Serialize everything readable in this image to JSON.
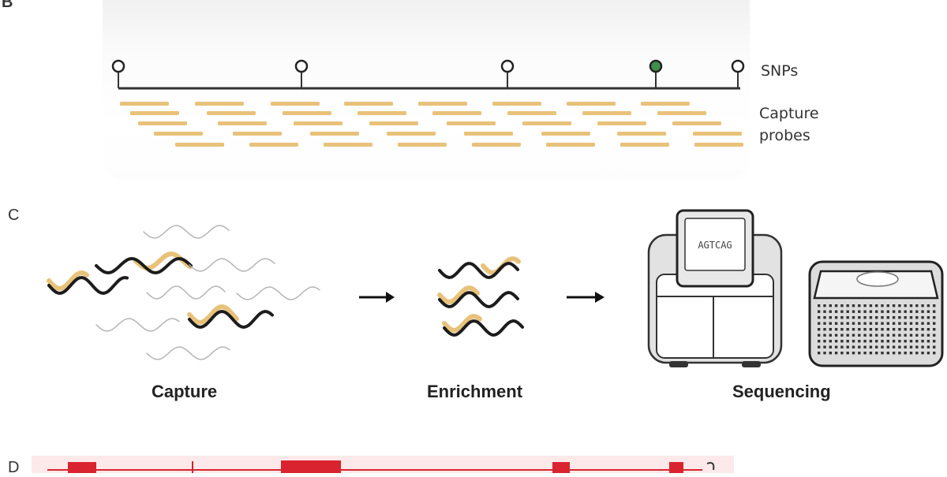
{
  "panels": {
    "b": {
      "letter": "B"
    },
    "c": {
      "letter": "C"
    },
    "d": {
      "letter": "D"
    }
  },
  "snp_track": {
    "snp_label": "SNPs",
    "probes_label_line1": "Capture",
    "probes_label_line2": "probes"
  },
  "workflow": {
    "capture_label": "Capture",
    "enrichment_label": "Enrichment",
    "sequencing_label": "Sequencing",
    "sequencer_screen_text": "AGTCAG"
  },
  "colors": {
    "probe": "#e8c27a",
    "highlighted_snp": "#3f8f4a",
    "panel_d_exon": "#d9242f",
    "strand_dark": "#1c1c1c",
    "strand_light": "#b5b5b5"
  }
}
